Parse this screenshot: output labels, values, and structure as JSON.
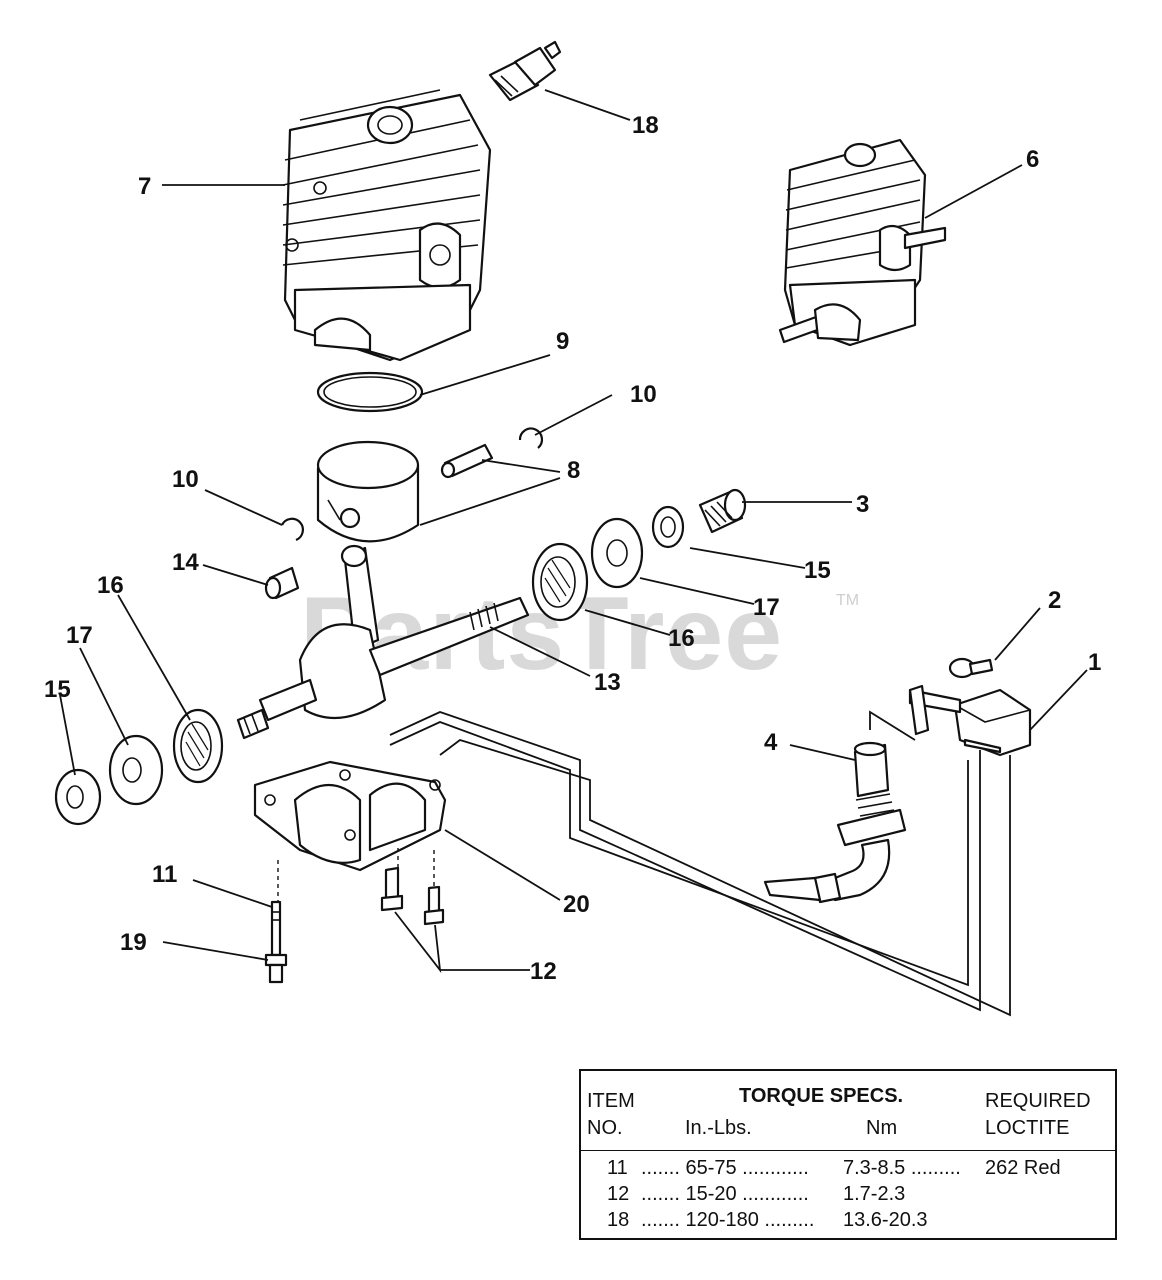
{
  "callouts": {
    "c1": "1",
    "c2": "2",
    "c3": "3",
    "c4": "4",
    "c6": "6",
    "c7": "7",
    "c8": "8",
    "c9": "9",
    "c10a": "10",
    "c10b": "10",
    "c11": "11",
    "c12": "12",
    "c13": "13",
    "c14": "14",
    "c15a": "15",
    "c15b": "15",
    "c16a": "16",
    "c16b": "16",
    "c17a": "17",
    "c17b": "17",
    "c18": "18",
    "c19": "19",
    "c20": "20"
  },
  "watermark": {
    "text": "PartsTree",
    "tm": "TM"
  },
  "torque_table": {
    "headers": {
      "item_line1": "ITEM",
      "item_line2": "NO.",
      "torque_title": "TORQUE SPECS.",
      "inlbs": "In.-Lbs.",
      "nm": "Nm",
      "loctite_line1": "REQUIRED",
      "loctite_line2": "LOCTITE"
    },
    "rows": [
      {
        "item": "11",
        "inlbs": "....... 65-75 ............",
        "nm": "7.3-8.5 .........",
        "loctite": "262 Red"
      },
      {
        "item": "12",
        "inlbs": "....... 15-20 ............",
        "nm": "1.7-2.3",
        "loctite": ""
      },
      {
        "item": "18",
        "inlbs": "....... 120-180 .........",
        "nm": "13.6-20.3",
        "loctite": ""
      }
    ]
  }
}
